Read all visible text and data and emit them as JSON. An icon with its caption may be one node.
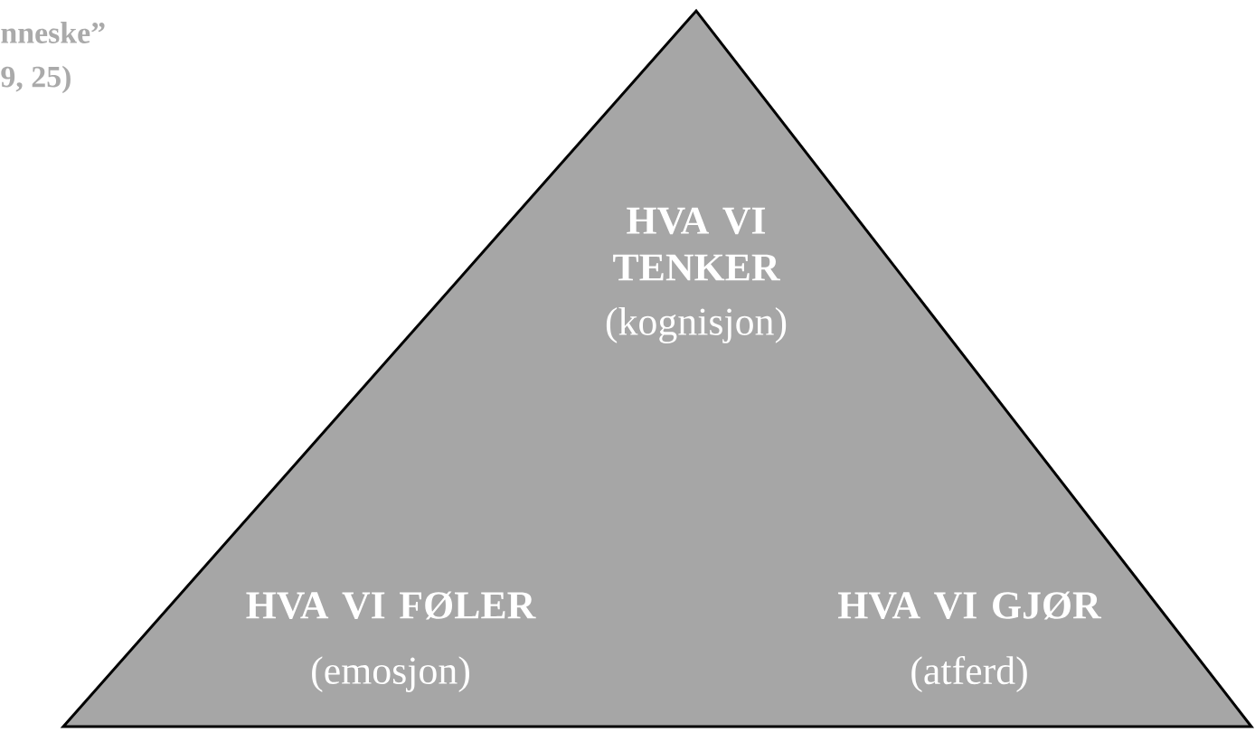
{
  "diagram": {
    "nodes": [
      {
        "text": [
          "HVA VI TENKER",
          "(kognisjon)",
          "HVA VI FØLER",
          "(emosjon)",
          "HVA VI GJØR",
          "(atferd)"
        ]
      }
    ],
    "labels": [
      "nneske”",
      "9, 25)"
    ]
  }
}
